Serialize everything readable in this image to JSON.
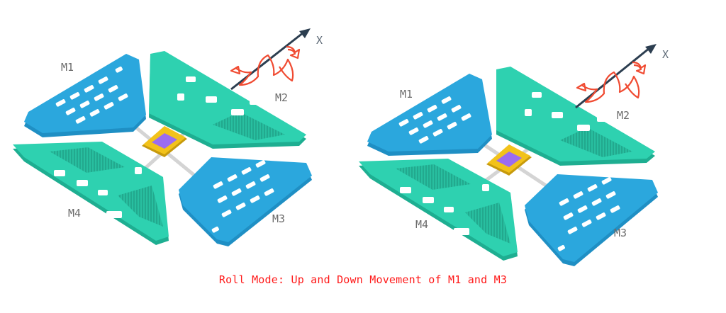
{
  "diagram": {
    "left_panel": {
      "labels": {
        "m1": "M1",
        "m2": "M2",
        "m3": "M3",
        "m4": "M4"
      },
      "axis": "X"
    },
    "right_panel": {
      "labels": {
        "m1": "M1",
        "m2": "M2",
        "m3": "M3",
        "m4": "M4"
      },
      "axis": "X"
    },
    "caption": "Roll Mode: Up and Down Movement of M1 and M3"
  },
  "colors": {
    "blue_panel": "#2ba7dd",
    "teal_panel": "#2ed1b0",
    "frame": "#f2c21a",
    "chip": "#9b6cf0",
    "arrow": "#2c3e50",
    "rotation": "#f04b32",
    "caption": "#ff1a1a"
  }
}
